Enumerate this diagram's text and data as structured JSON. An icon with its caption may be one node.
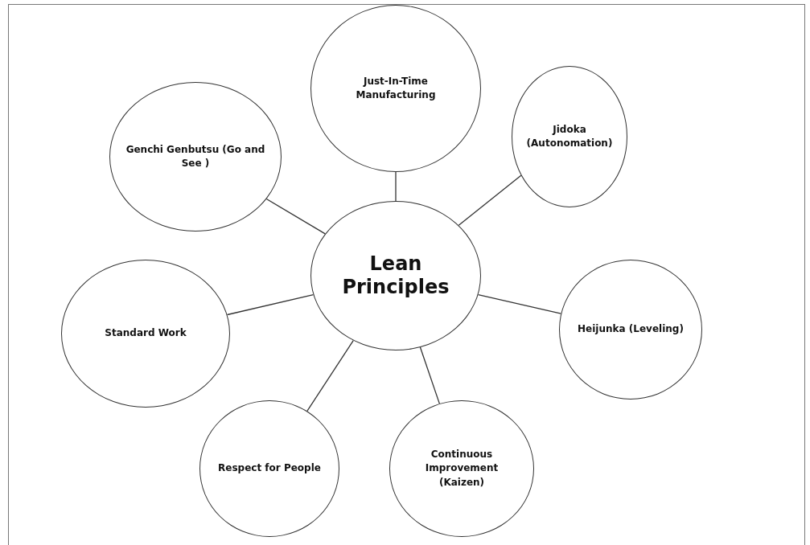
{
  "diagram": {
    "nodes": [
      {
        "text": [
          "Lean Principles"
        ]
      },
      {
        "text": [
          "Just-In-Time Manufacturing"
        ]
      },
      {
        "text": [
          "Jidoka (Autonomation)"
        ]
      },
      {
        "text": [
          "Heijunka (Leveling)"
        ]
      },
      {
        "text": [
          "Continuous Improvement (Kaizen)"
        ]
      },
      {
        "text": [
          "Respect for People"
        ]
      },
      {
        "text": [
          "Standard Work"
        ]
      },
      {
        "text": [
          "Genchi Genbutsu (Go and See )"
        ]
      }
    ],
    "edges": [
      {
        "from": 0,
        "to": 1,
        "arrow": "none"
      },
      {
        "from": 0,
        "to": 2,
        "arrow": "none"
      },
      {
        "from": 0,
        "to": 3,
        "arrow": "none"
      },
      {
        "from": 0,
        "to": 4,
        "arrow": "none"
      },
      {
        "from": 0,
        "to": 5,
        "arrow": "none"
      },
      {
        "from": 0,
        "to": 6,
        "arrow": "none"
      },
      {
        "from": 0,
        "to": 7,
        "arrow": "none"
      }
    ]
  }
}
